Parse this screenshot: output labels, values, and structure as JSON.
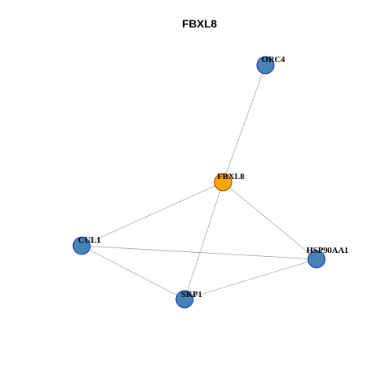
{
  "title": "FBXL8",
  "colors": {
    "background": "#ffffff",
    "edge": "#a6a6a6",
    "center_node": "#ffa500",
    "center_border": "#8b4513",
    "neighbor_node": "#4682b4",
    "neighbor_border": "#1f2fbf",
    "label": "#000000"
  },
  "nodes": [
    {
      "id": "FBXL8",
      "label": "FBXL8",
      "role": "center"
    },
    {
      "id": "ORC4",
      "label": "ORC4",
      "role": "neighbor"
    },
    {
      "id": "CUL1",
      "label": "CUL1",
      "role": "neighbor"
    },
    {
      "id": "HSP90AA1",
      "label": "HSP90AA1",
      "role": "neighbor"
    },
    {
      "id": "SKP1",
      "label": "SKP1",
      "role": "neighbor"
    }
  ],
  "edges": [
    [
      "FBXL8",
      "ORC4"
    ],
    [
      "FBXL8",
      "CUL1"
    ],
    [
      "FBXL8",
      "SKP1"
    ],
    [
      "FBXL8",
      "HSP90AA1"
    ],
    [
      "CUL1",
      "HSP90AA1"
    ],
    [
      "CUL1",
      "SKP1"
    ],
    [
      "SKP1",
      "HSP90AA1"
    ]
  ]
}
